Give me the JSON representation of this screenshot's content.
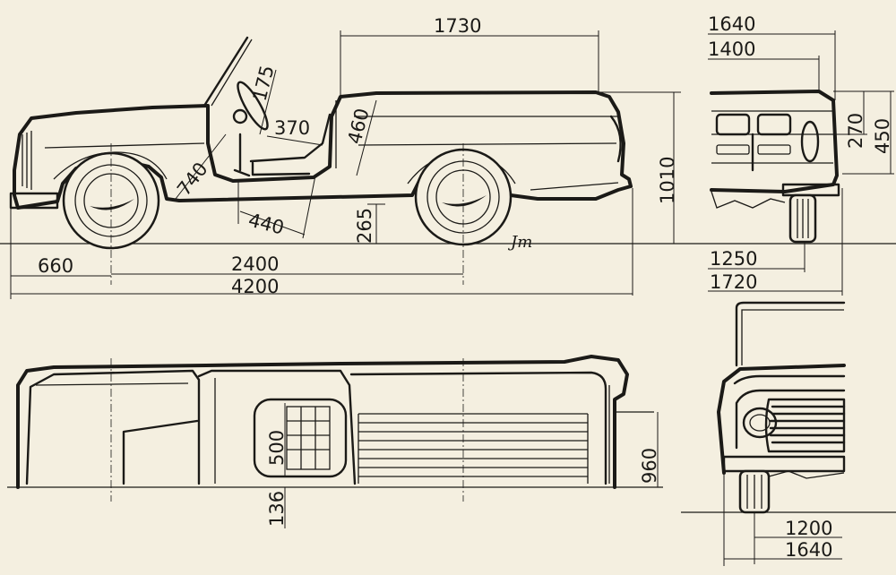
{
  "colors": {
    "paper": "#f4efe0",
    "ink": "#1b1a17"
  },
  "dimensions": {
    "side_rear_body_length": "1730",
    "side_seatback_height": "460",
    "side_seat_depth": "370",
    "side_wheel_to_dash": "175",
    "side_dash_to_pedal": "740",
    "side_cushion_length": "440",
    "side_ground_clearance": "265",
    "side_overall_height": "1010",
    "side_front_overhang": "660",
    "side_wheelbase": "2400",
    "side_overall_length": "4200",
    "rear_top_width": "1640",
    "rear_body_width": "1400",
    "rear_panel_height": "270",
    "rear_bed_height": "450",
    "rear_track": "1250",
    "rear_overall_width": "1720",
    "top_door_width": "500",
    "top_door_offset": "136",
    "top_half_width": "960",
    "front_track": "1200",
    "front_overall_width": "1640"
  },
  "signature": "Jm"
}
